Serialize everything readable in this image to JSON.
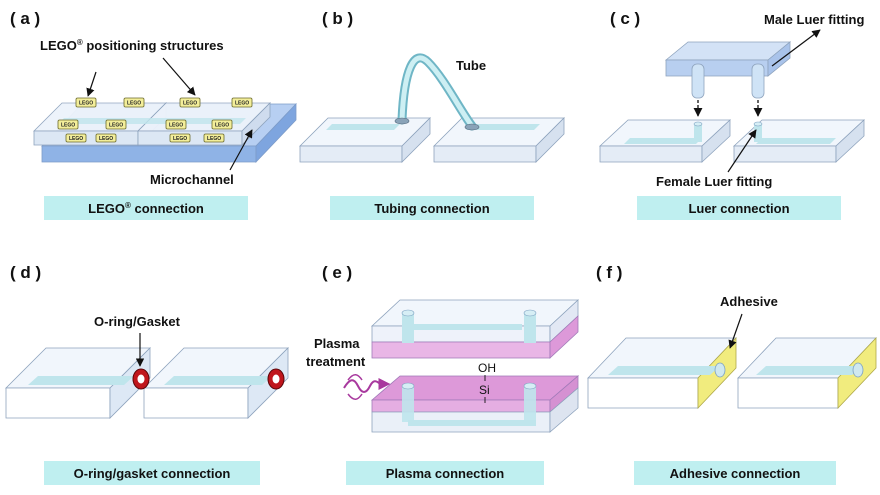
{
  "panels": {
    "a": {
      "label": "( a )",
      "caption_main": "LEGO",
      "caption_reg": "®",
      "caption_tail": " connection",
      "ann_positioning_main": "LEGO",
      "ann_positioning_reg": "®",
      "ann_positioning_tail": " positioning structures",
      "ann_microchannel": "Microchannel",
      "stud_text": "LEGO"
    },
    "b": {
      "label": "( b )",
      "caption": "Tubing connection",
      "ann_tube": "Tube"
    },
    "c": {
      "label": "( c )",
      "caption": "Luer connection",
      "ann_male": "Male Luer fitting",
      "ann_female": "Female Luer fitting"
    },
    "d": {
      "label": "( d )",
      "caption": "O-ring/gasket connection",
      "ann_oring": "O-ring/Gasket"
    },
    "e": {
      "label": "( e )",
      "caption": "Plasma connection",
      "ann_plasma_1": "Plasma",
      "ann_plasma_2": "treatment",
      "chem_oh": "OH",
      "chem_si": "Si"
    },
    "f": {
      "label": "( f )",
      "caption": "Adhesive connection",
      "ann_adhesive": "Adhesive"
    }
  },
  "colors": {
    "caption_bg": "#bfeff0",
    "chip_top": "#f1f6fc",
    "chip_side": "#dde8f5",
    "chip_edge": "#8ea3bd",
    "channel": "#bfe5ec",
    "lego_base": "#a9c6ef",
    "stud": "#f3ee9a",
    "plasma": "#dd99d9",
    "oring": "#c0161c",
    "adhesive": "#f1ec7e",
    "arrow_plasma": "#a8399e"
  }
}
